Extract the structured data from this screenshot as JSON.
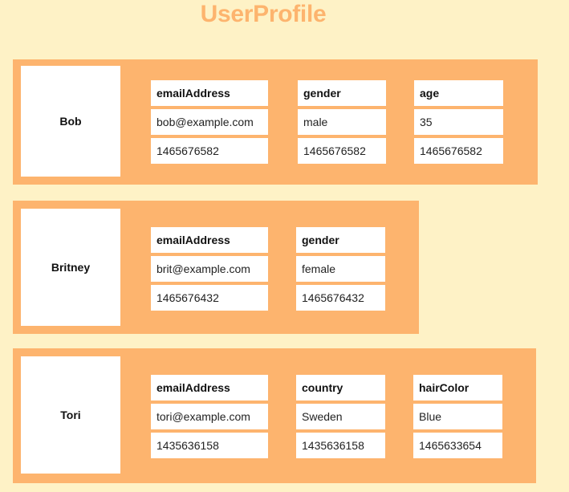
{
  "title": "UserProfile",
  "rows": [
    {
      "key": "Bob",
      "columns": [
        {
          "name": "emailAddress",
          "value": "bob@example.com",
          "timestamp": "1465676582"
        },
        {
          "name": "gender",
          "value": "male",
          "timestamp": "1465676582"
        },
        {
          "name": "age",
          "value": "35",
          "timestamp": "1465676582"
        }
      ]
    },
    {
      "key": "Britney",
      "columns": [
        {
          "name": "emailAddress",
          "value": "brit@example.com",
          "timestamp": "1465676432"
        },
        {
          "name": "gender",
          "value": "female",
          "timestamp": "1465676432"
        }
      ]
    },
    {
      "key": "Tori",
      "columns": [
        {
          "name": "emailAddress",
          "value": "tori@example.com",
          "timestamp": "1435636158"
        },
        {
          "name": "country",
          "value": "Sweden",
          "timestamp": "1435636158"
        },
        {
          "name": "hairColor",
          "value": "Blue",
          "timestamp": "1465633654"
        }
      ]
    }
  ],
  "colors": {
    "background": "#fef2c6",
    "row_fill": "#fdb46e",
    "title": "#fdb46e",
    "cell_fill": "#ffffff"
  }
}
